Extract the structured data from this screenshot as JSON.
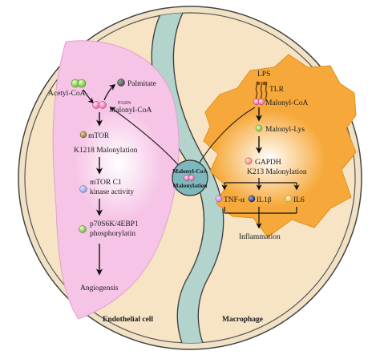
{
  "left_cell": {
    "label": "Endothelial cell",
    "acetyl_coa": "Acetyl-CoA",
    "palmitate": "Palmitate",
    "fasn": "FASN",
    "malonyl_coa": "Malonyl-CoA",
    "mtor": "mTOR",
    "k1218": "K1218 Malonylation",
    "mtorc1_line1": "mTOR C1",
    "mtorc1_line2": "kinase activity",
    "p70_line1": "p70S6K/4EBP1",
    "p70_line2": "phosphorylatin",
    "angiogenesis": "Angiogensis"
  },
  "center": {
    "line1": "Malonyl-CoA",
    "line2": "Malonylation"
  },
  "right_cell": {
    "label": "Macrophage",
    "lps": "LPS",
    "tlr": "TLR",
    "malonyl_coa": "Malonyl-CoA",
    "malonyl_lys": "Malonyl-Lys",
    "gapdh": "GAPDH",
    "k213": "K213 Malonylation",
    "tnf": "TNF-α",
    "il1b": "IL1β",
    "il6": "IL6",
    "inflammation": "Inflammation"
  },
  "colors": {
    "outer_ring": "#f1e2c6",
    "cell_fill": "#f6e4c4",
    "membrane": "#b2d4cc",
    "pink_cell": "#f6c4e6",
    "orange_cell": "#f6a93a",
    "hub": "#7cb8bd",
    "outline": "#333333"
  },
  "icons": [
    "green-dot-icon",
    "pink-dot-icon",
    "brown-dot-icon",
    "blue-dot-icon",
    "yellow-dot-icon",
    "receptor-icon"
  ]
}
